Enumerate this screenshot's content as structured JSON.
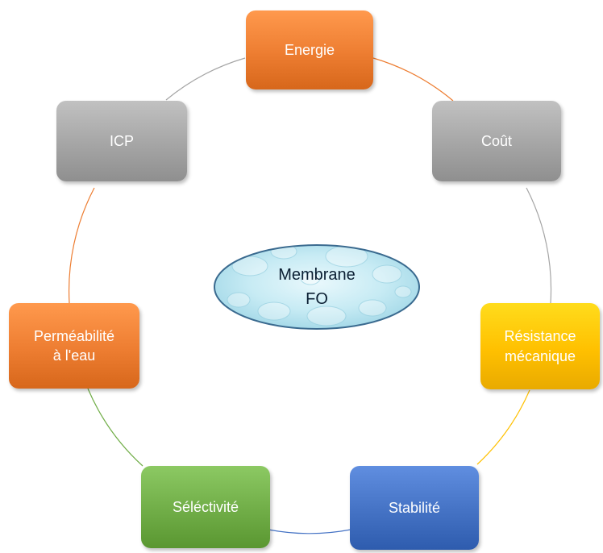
{
  "diagram": {
    "center": {
      "line1": "Membrane",
      "line2": "FO"
    },
    "nodes": {
      "energie": {
        "line1": "Energie",
        "line2": "",
        "color": "#ed7d31"
      },
      "cout": {
        "line1": "Coût",
        "line2": "",
        "color": "#a5a5a5"
      },
      "resistance": {
        "line1": "Résistance",
        "line2": "mécanique",
        "color": "#ffc000"
      },
      "stabilite": {
        "line1": "Stabilité",
        "line2": "",
        "color": "#4472c4"
      },
      "selectivite": {
        "line1": "Séléctivité",
        "line2": "",
        "color": "#70ad47"
      },
      "permeabilite": {
        "line1": "Perméabilité",
        "line2": "à l'eau",
        "color": "#ed7d31"
      },
      "icp": {
        "line1": "ICP",
        "line2": "",
        "color": "#a5a5a5"
      }
    }
  }
}
